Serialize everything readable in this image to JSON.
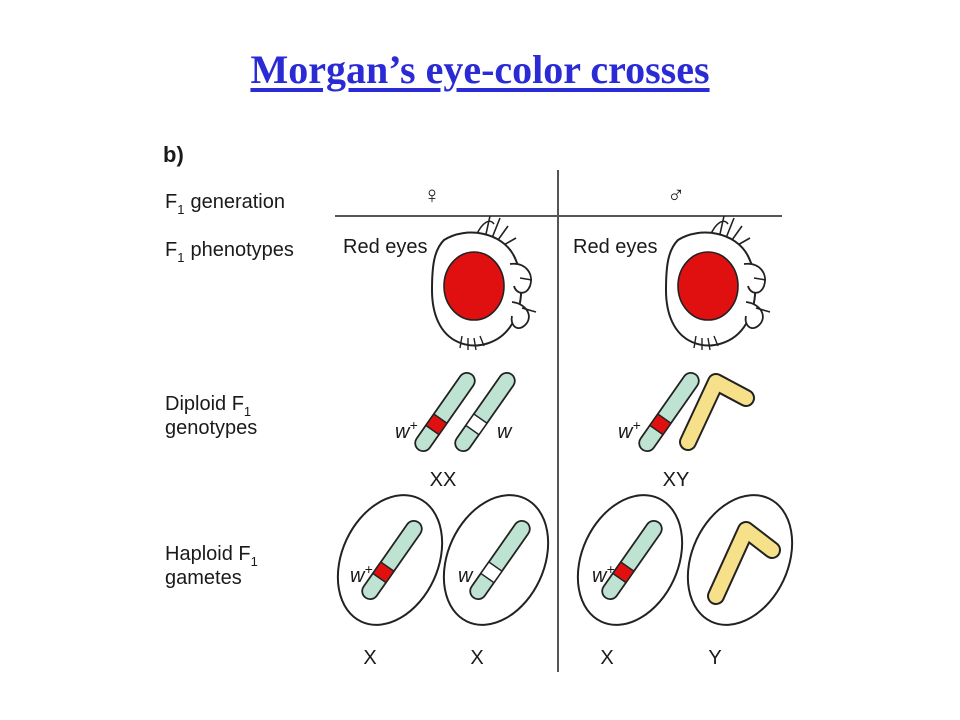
{
  "title": "Morgan’s eye-color crosses",
  "panel_label": "b)",
  "rows": {
    "generation": {
      "prefix": "F",
      "sub": "1",
      "text": "generation"
    },
    "phenotypes": {
      "prefix": "F",
      "sub": "1",
      "text": "phenotypes"
    },
    "genotypes": {
      "line1": "Diploid F",
      "sub": "1",
      "line2": "genotypes"
    },
    "gametes": {
      "line1": "Haploid F",
      "sub": "1",
      "line2": "gametes"
    }
  },
  "columns": {
    "female": {
      "symbol": "♀",
      "phenotype": "Red eyes",
      "genotype": "XX",
      "allele_left": "w",
      "allele_left_sup": "+",
      "allele_right": "w",
      "gamete_labels": [
        "X",
        "X"
      ]
    },
    "male": {
      "symbol": "♂",
      "phenotype": "Red eyes",
      "genotype": "XY",
      "allele_left": "w",
      "allele_left_sup": "+",
      "gamete_labels": [
        "X",
        "Y"
      ]
    }
  },
  "colors": {
    "title": "#2b2bd6",
    "eye": "#e01010",
    "chromosome_x": "#bfe3d2",
    "chromosome_y": "#f7e08a",
    "allele_mutant": "#ffffff",
    "outline": "#1a1a1a"
  }
}
